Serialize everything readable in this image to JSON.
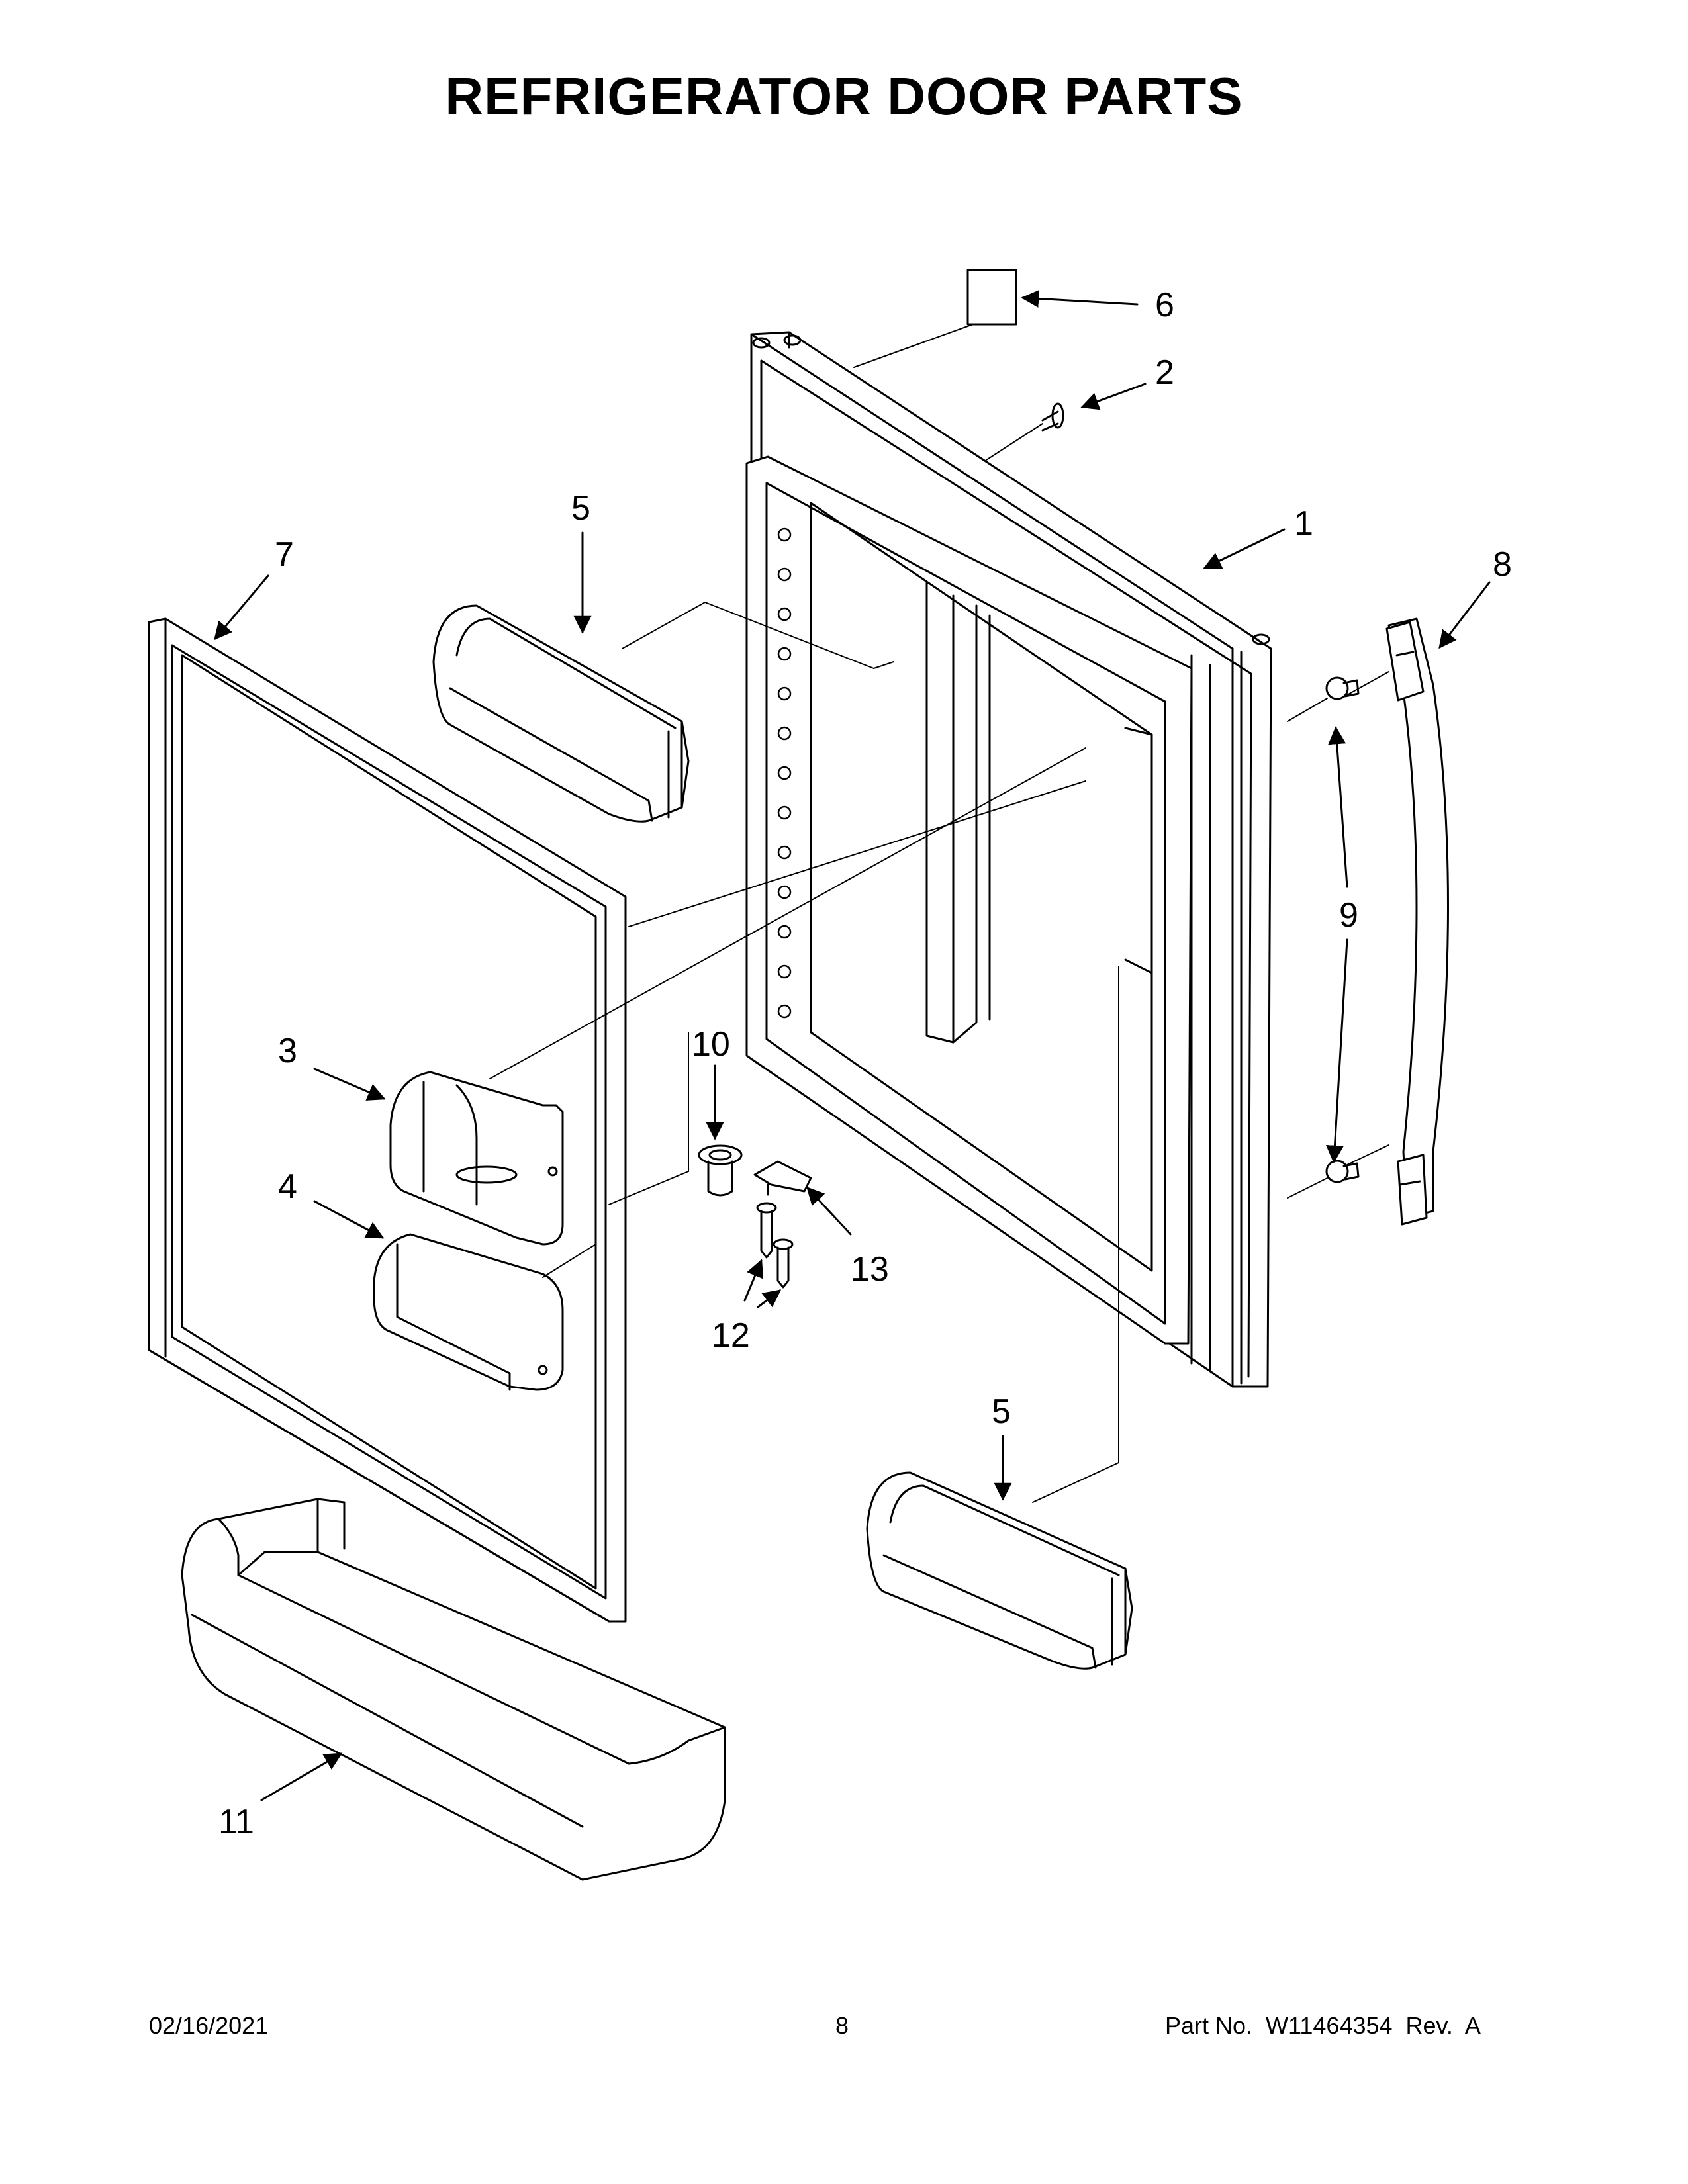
{
  "title": "REFRIGERATOR DOOR PARTS",
  "callouts": [
    "6",
    "2",
    "1",
    "5",
    "7",
    "8",
    "9",
    "10",
    "3",
    "4",
    "13",
    "12",
    "5",
    "11"
  ],
  "footer": {
    "date": "02/16/2021",
    "page": "8",
    "part": "Part No.  W11464354  Rev.  A"
  }
}
